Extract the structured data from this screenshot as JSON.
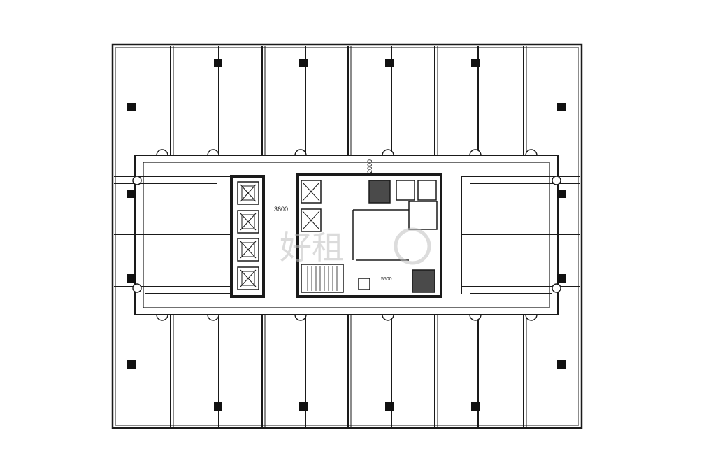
{
  "dimensions": {
    "corridor_width": "3600",
    "core_gap": "2000",
    "core_small": "5500"
  },
  "watermark": {
    "text": "好租",
    "color": "#bfbfbf"
  },
  "colors": {
    "line": "#1a1a1a",
    "background": "#ffffff",
    "shaft_fill": "#4a4a4a"
  },
  "icons": [
    "column-icon",
    "elevator-icon",
    "door-swing-icon",
    "stair-icon",
    "toilet-fixture-icon"
  ]
}
